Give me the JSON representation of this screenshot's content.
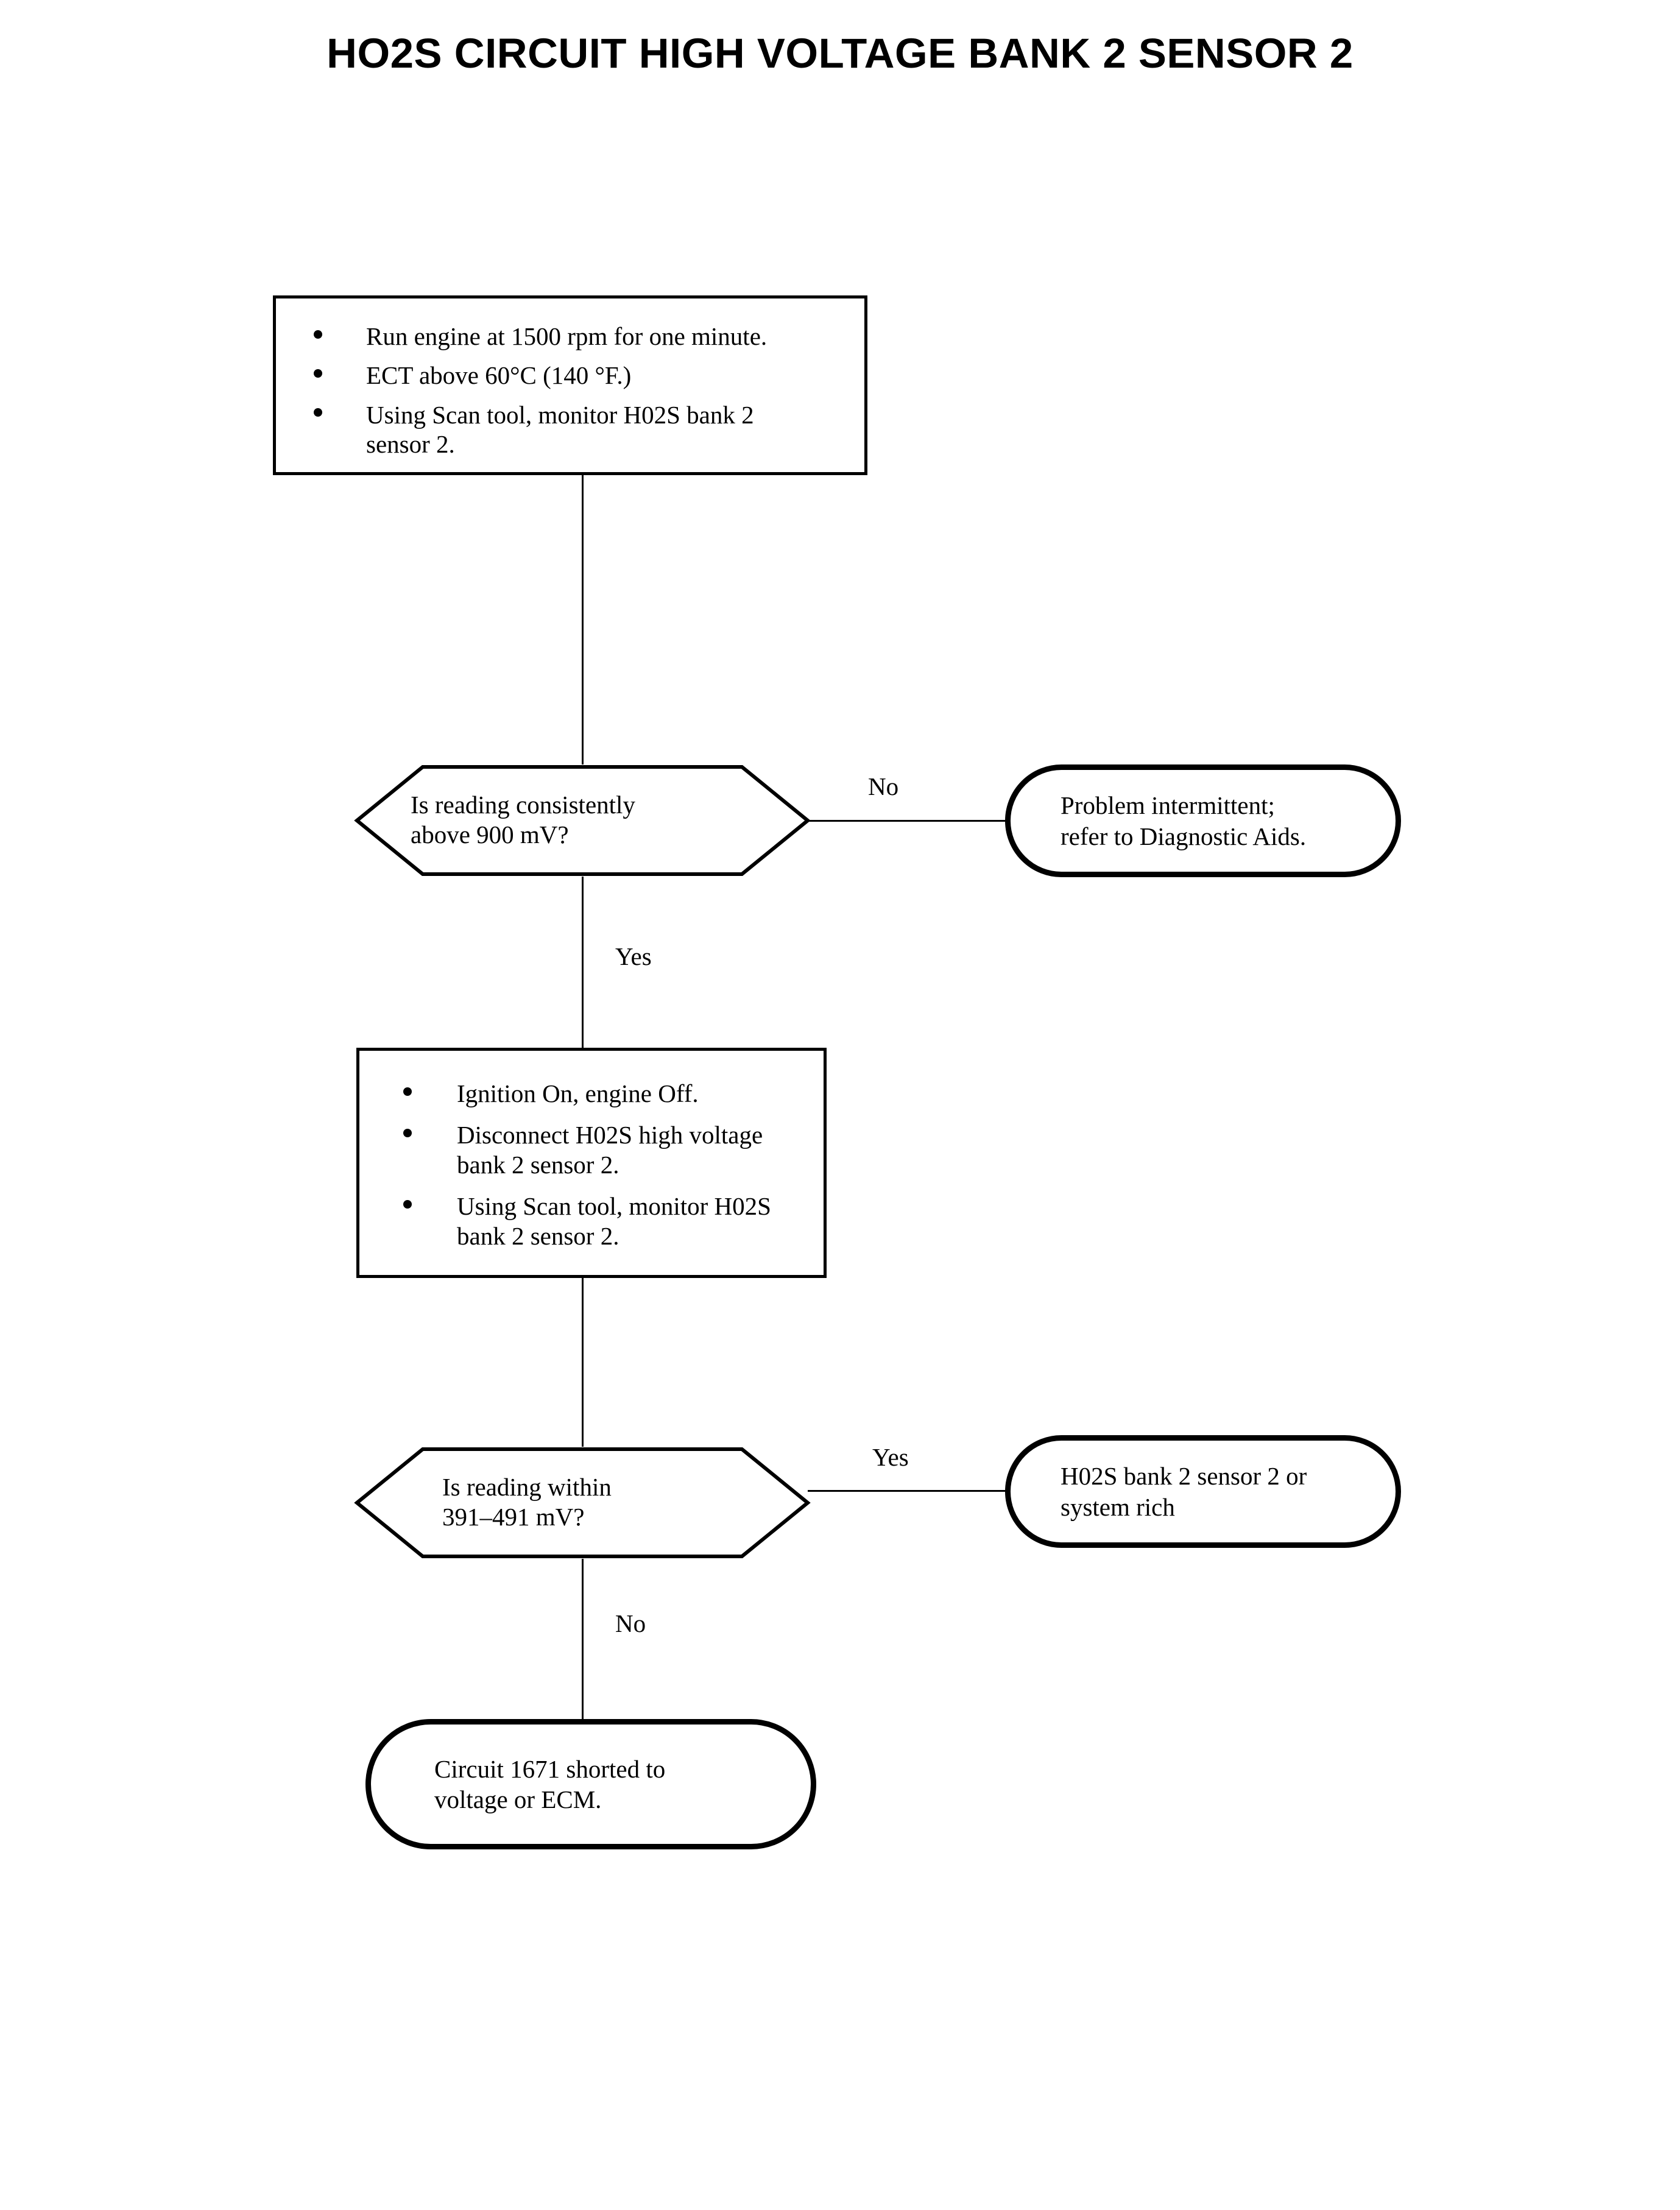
{
  "title": "HO2S CIRCUIT HIGH VOLTAGE BANK 2 SENSOR 2",
  "colors": {
    "ink": "#000000",
    "paper": "#ffffff"
  },
  "flow": {
    "step1": {
      "type": "process",
      "bullets": [
        "Run engine at 1500 rpm for one minute.",
        "ECT above 60°C (140 °F.)",
        "Using Scan tool, monitor H02S bank 2\nsensor 2."
      ]
    },
    "decision1": {
      "type": "decision",
      "text": "Is reading consistently\nabove 900 mV?",
      "branch_right_label": "No",
      "branch_down_label": "Yes"
    },
    "outcome1": {
      "type": "terminator",
      "text": "Problem intermittent;\nrefer to Diagnostic Aids."
    },
    "step2": {
      "type": "process",
      "bullets": [
        "Ignition On, engine Off.",
        "Disconnect H02S high voltage\nbank 2 sensor 2.",
        "Using Scan tool, monitor H02S\nbank 2 sensor 2."
      ]
    },
    "decision2": {
      "type": "decision",
      "text": "Is reading within\n391–491 mV?",
      "branch_right_label": "Yes",
      "branch_down_label": "No"
    },
    "outcome2": {
      "type": "terminator",
      "text": "H02S bank 2 sensor 2 or\nsystem rich"
    },
    "outcome3": {
      "type": "terminator",
      "text": "Circuit 1671 shorted to\nvoltage or ECM."
    }
  }
}
